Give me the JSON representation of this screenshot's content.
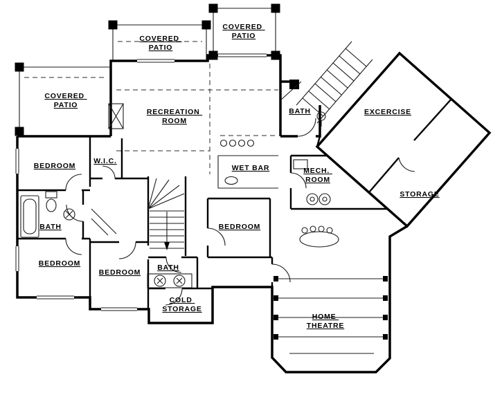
{
  "colors": {
    "background": "#ffffff",
    "walls": "#000000",
    "thin_lines": "#1a1a1a"
  },
  "rooms": [
    {
      "id": "covered-patio-top",
      "lines": [
        "COVERED",
        "PATIO"
      ]
    },
    {
      "id": "covered-patio-mid",
      "lines": [
        "COVERED",
        "PATIO"
      ]
    },
    {
      "id": "covered-patio-left",
      "lines": [
        "COVERED",
        "PATIO"
      ]
    },
    {
      "id": "recreation-room",
      "lines": [
        "RECREATION",
        "ROOM"
      ]
    },
    {
      "id": "bath-top",
      "lines": [
        "BATH"
      ]
    },
    {
      "id": "exercise",
      "lines": [
        "EXCERCISE"
      ]
    },
    {
      "id": "bedroom-left",
      "lines": [
        "BEDROOM"
      ]
    },
    {
      "id": "walk-in-closet",
      "lines": [
        "W.I.C."
      ]
    },
    {
      "id": "wet-bar",
      "lines": [
        "WET BAR"
      ]
    },
    {
      "id": "mech-room",
      "lines": [
        "MECH.",
        "ROOM"
      ]
    },
    {
      "id": "storage",
      "lines": [
        "STORAGE"
      ]
    },
    {
      "id": "bath-left",
      "lines": [
        "BATH"
      ]
    },
    {
      "id": "bedroom-center",
      "lines": [
        "BEDROOM"
      ]
    },
    {
      "id": "bedroom-bottom-left",
      "lines": [
        "BEDROOM"
      ]
    },
    {
      "id": "bedroom-bottom-mid",
      "lines": [
        "BEDROOM"
      ]
    },
    {
      "id": "bath-center",
      "lines": [
        "BATH"
      ]
    },
    {
      "id": "cold-storage",
      "lines": [
        "COLD",
        "STORAGE"
      ]
    },
    {
      "id": "home-theatre",
      "lines": [
        "HOME",
        "THEATRE"
      ]
    }
  ]
}
